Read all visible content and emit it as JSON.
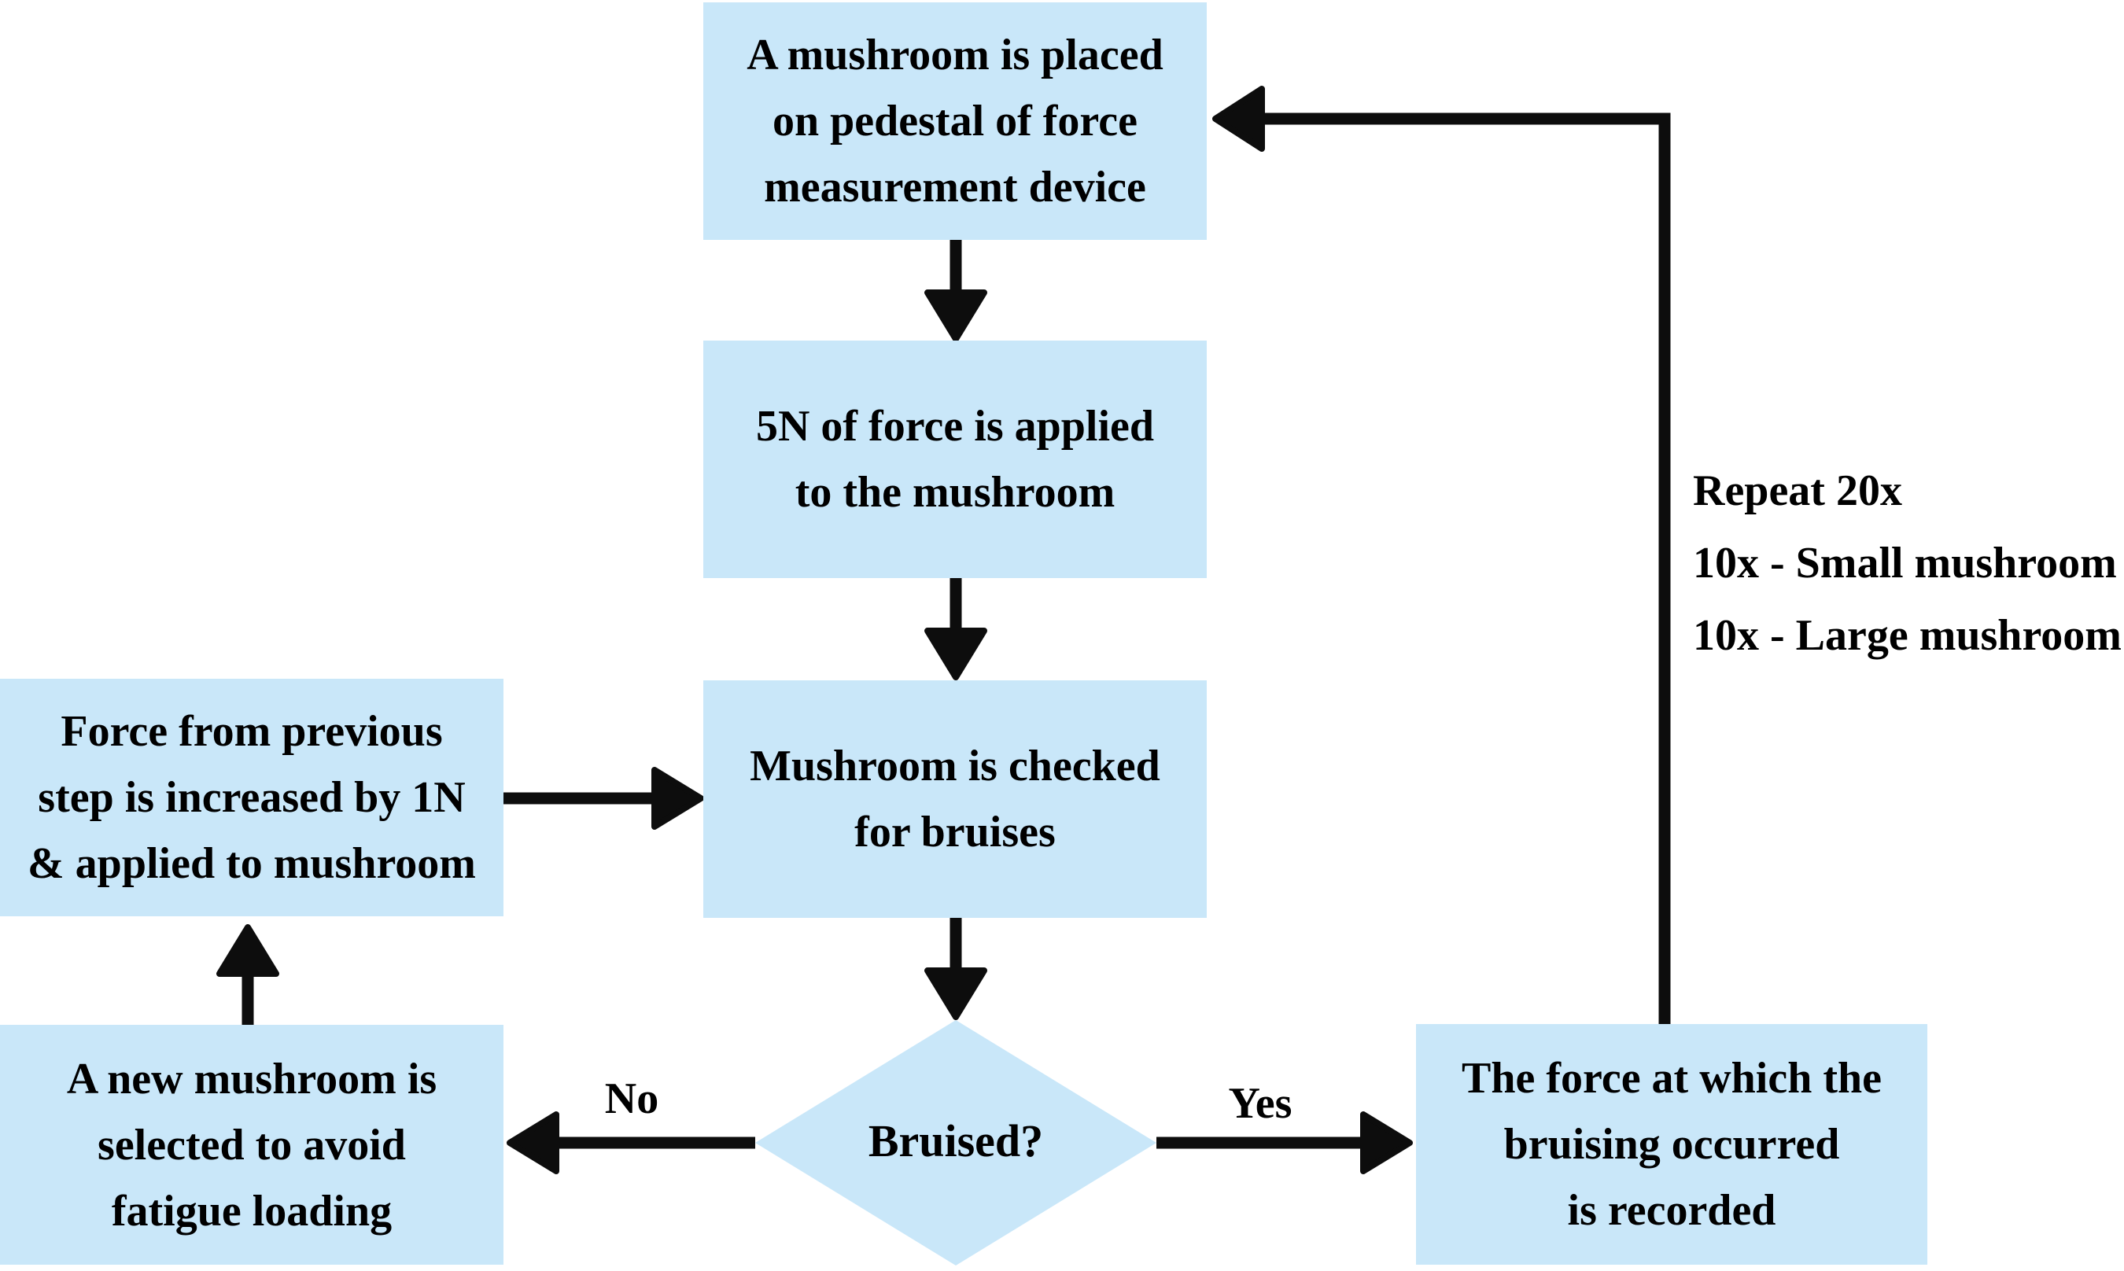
{
  "colors": {
    "node_fill": "#c9e7f9",
    "line": "#0d0d0d",
    "text": "#000000",
    "background": "#ffffff"
  },
  "flowchart": {
    "nodes": {
      "place": {
        "type": "process",
        "label": "A mushroom is placed\non pedestal of force\nmeasurement device"
      },
      "apply": {
        "type": "process",
        "label": "5N of force is applied\nto the mushroom"
      },
      "check": {
        "type": "process",
        "label": "Mushroom is checked\nfor bruises"
      },
      "bruised": {
        "type": "decision",
        "label": "Bruised?"
      },
      "increase": {
        "type": "process",
        "label": "Force from previous\nstep is increased by 1N\n& applied to mushroom"
      },
      "new_mushroom": {
        "type": "process",
        "label": "A new mushroom is\nselected to avoid\nfatigue loading"
      },
      "record": {
        "type": "process",
        "label": "The force at which the\nbruising occurred\nis recorded"
      }
    },
    "edge_labels": {
      "no": "No",
      "yes": "Yes"
    },
    "annotation": {
      "line1": "Repeat 20x",
      "line2": "10x - Small mushroom",
      "line3": "10x - Large mushroom"
    }
  }
}
